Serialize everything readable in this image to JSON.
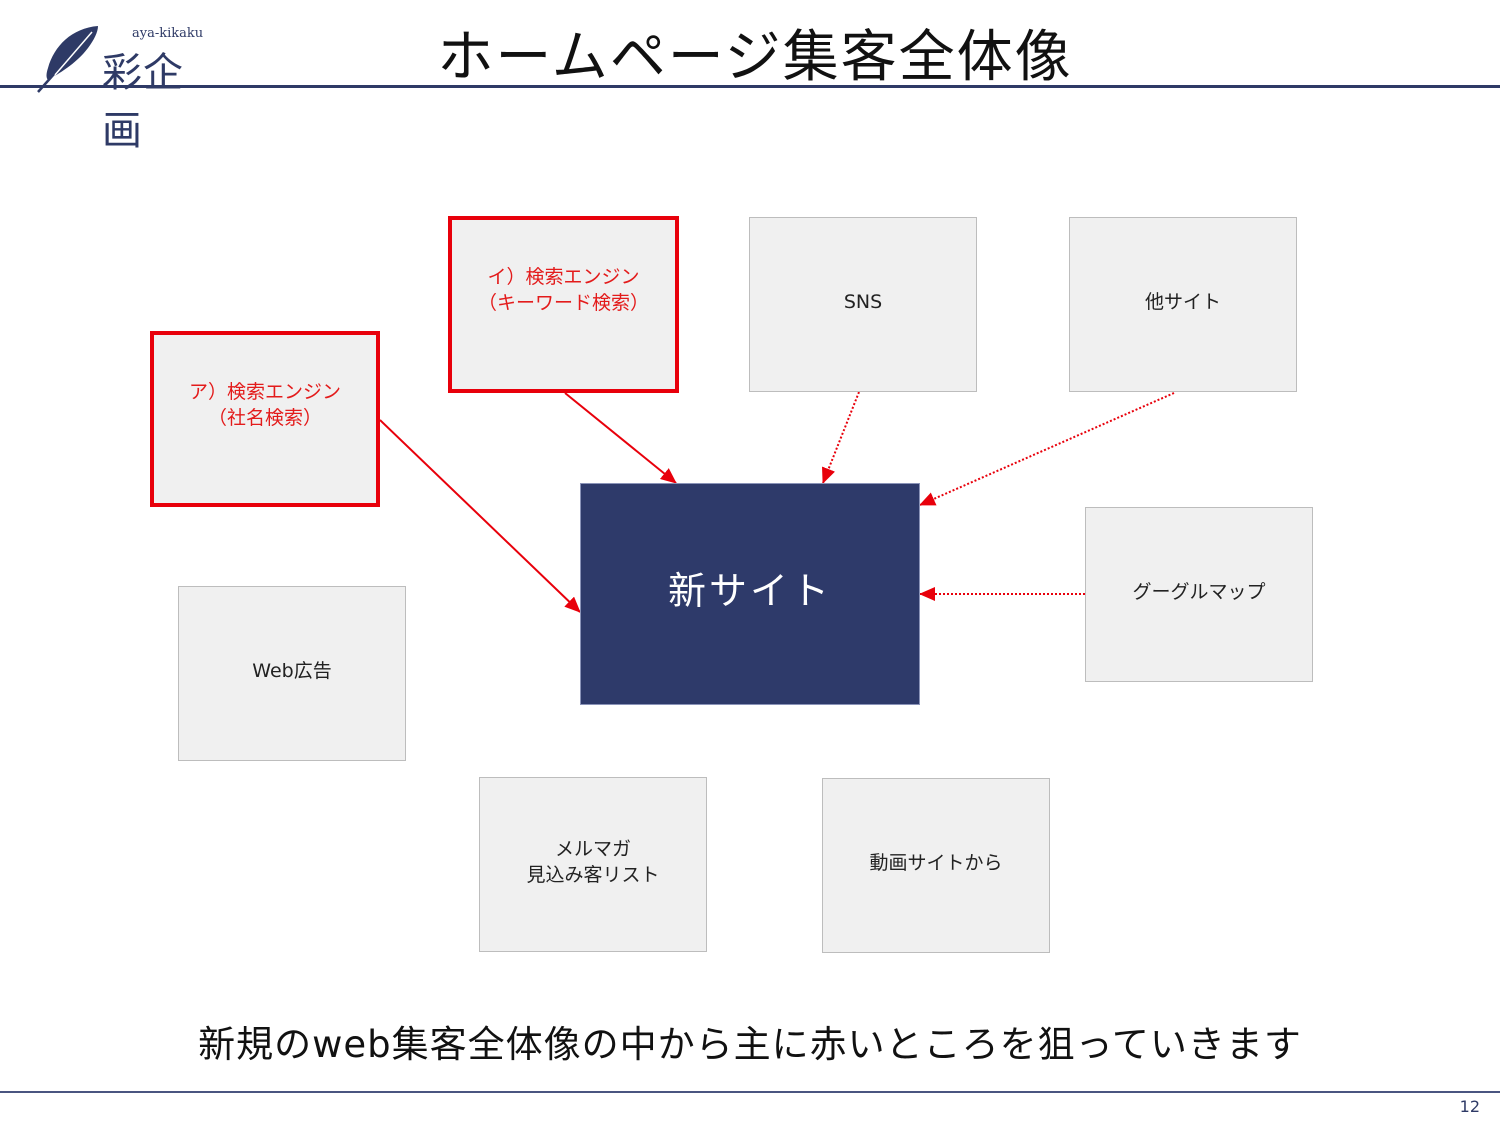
{
  "header": {
    "logo_romaji": "aya-kikaku",
    "logo_kanji": "彩企画",
    "title": "ホームページ集客全体像"
  },
  "diagram": {
    "center": {
      "label": "新サイト",
      "color": "#2e3a6a"
    },
    "sources": [
      {
        "id": "search-company",
        "label": "ア）検索エンジン\n（社名検索）",
        "highlight": true,
        "arrow": "solid"
      },
      {
        "id": "search-keyword",
        "label": "イ）検索エンジン\n（キーワード検索）",
        "highlight": true,
        "arrow": "solid"
      },
      {
        "id": "sns",
        "label": "SNS",
        "highlight": false,
        "arrow": "dotted"
      },
      {
        "id": "other-sites",
        "label": "他サイト",
        "highlight": false,
        "arrow": "dotted"
      },
      {
        "id": "google-maps",
        "label": "グーグルマップ",
        "highlight": false,
        "arrow": "dotted"
      },
      {
        "id": "web-ads",
        "label": "Web広告",
        "highlight": false,
        "arrow": "none"
      },
      {
        "id": "mail-magazine",
        "label": "メルマガ\n見込み客リスト",
        "highlight": false,
        "arrow": "none"
      },
      {
        "id": "video-sites",
        "label": "動画サイトから",
        "highlight": false,
        "arrow": "none"
      }
    ],
    "highlight_color": "#e8000b"
  },
  "footer": {
    "caption": "新規のweb集客全体像の中から主に赤いところを狙っていきます",
    "page_number": "12"
  }
}
